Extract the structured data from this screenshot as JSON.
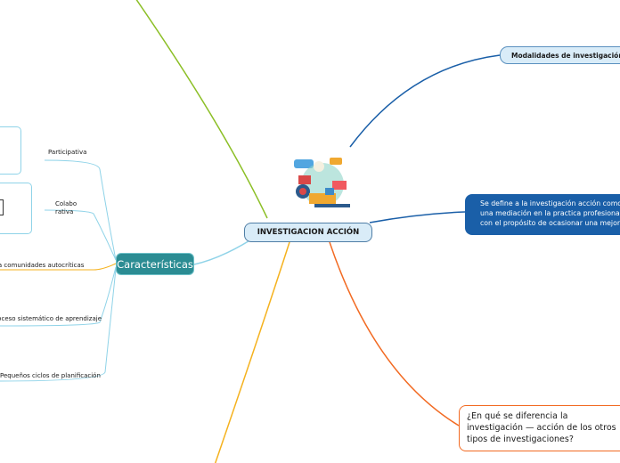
{
  "central": {
    "label": "INVESTIGACION ACCIÓN"
  },
  "right": {
    "modalidades": "Modalidades de investigación — acción",
    "definicion": "Se define a la  investigación acción como una mediación en la practica profesional con el propósito de ocasionar una mejora",
    "diferencia": "¿En qué se diferencia la investigación — acción de los otros tipos de investigaciones?"
  },
  "caracteristicas": {
    "label": "Características",
    "items": [
      "Participativa",
      "Colaborativa",
      "Crea comunidades autocríticas",
      "Proceso sistemático de aprendizaje",
      "Pequeños ciclos de planificación"
    ]
  },
  "colors": {
    "blue": "#1a5fa8",
    "orange": "#f26a22",
    "teal": "#2b8c93",
    "green": "#8cbf26",
    "yellow": "#f5b21e",
    "cyan": "#8fd3e8"
  },
  "icons": [
    "research-illustration-icon"
  ]
}
